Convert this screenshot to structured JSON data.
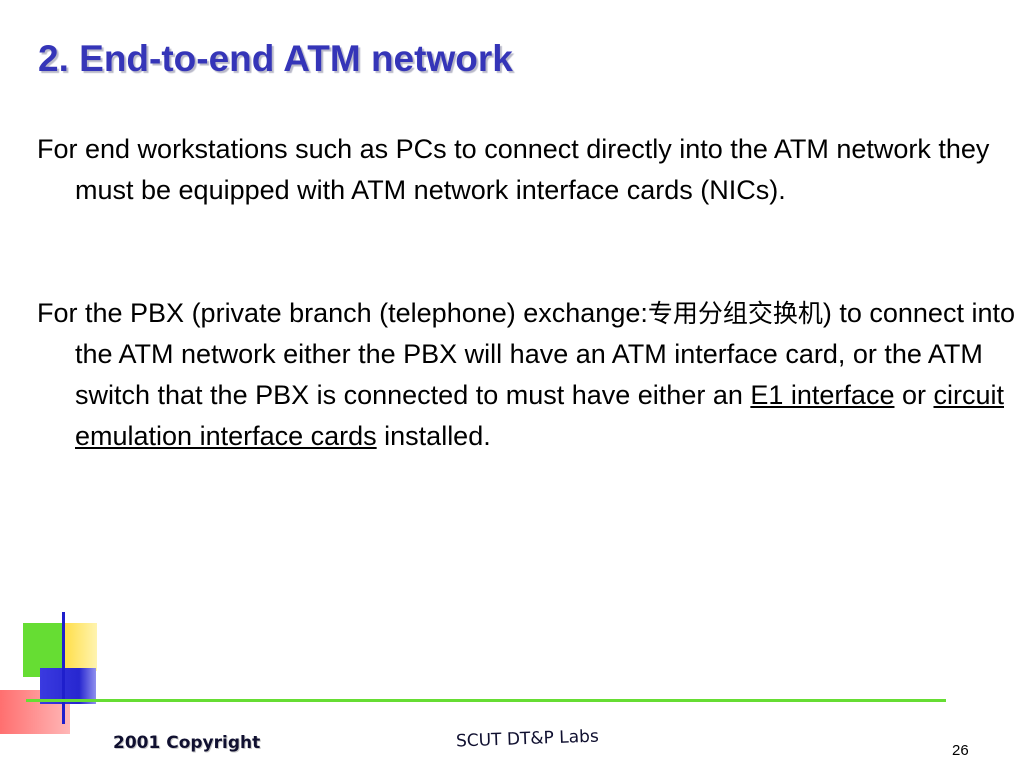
{
  "slide": {
    "title": "2. End-to-end ATM network",
    "p1": "For end workstations such as PCs to connect directly into the ATM network they must be equipped with ATM network interface cards (NICs).",
    "p2": {
      "a": "For the PBX (private branch (telephone) exchange:",
      "b": "专用分组交换机",
      "c": ") to connect into the ATM network either the PBX will have an ATM interface card, or the ATM switch that the PBX is connected to must have either an ",
      "d": "E1 interface",
      "e": " or ",
      "f": "circuit emulation interface cards",
      "g": " installed."
    }
  },
  "footer": {
    "copyright": "2001 Copyright",
    "lab": "SCUT DT&P Labs",
    "page": "26"
  },
  "colors": {
    "title": "#3535b8",
    "green": "#66dd33",
    "blue": "#1f1fcc",
    "yellow": "#ffdd44",
    "red": "#ff6f6f"
  }
}
